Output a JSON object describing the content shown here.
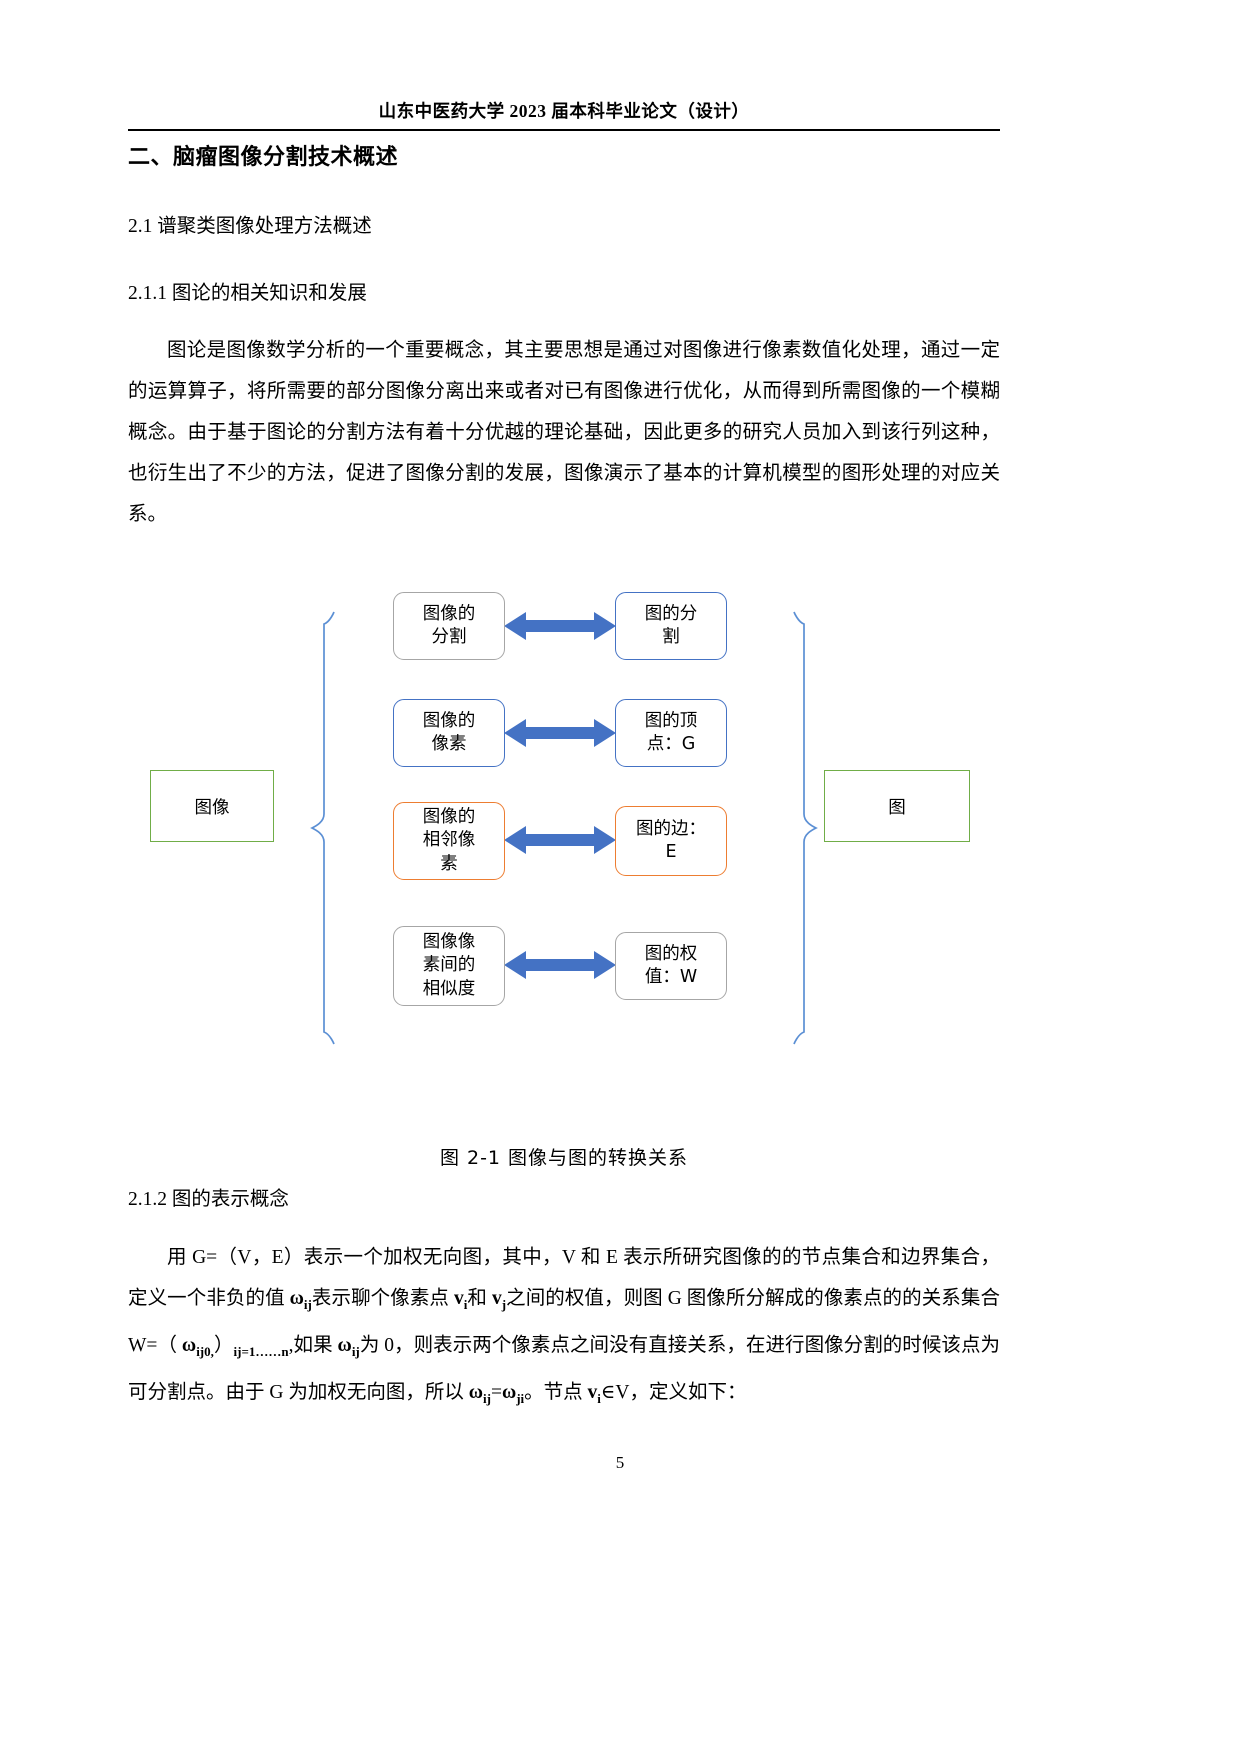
{
  "document": {
    "header": "山东中医药大学 2023 届本科毕业论文（设计）",
    "page_number": "5"
  },
  "headings": {
    "chapter": "二、脑瘤图像分割技术概述",
    "section_2_1": "2.1 谱聚类图像处理方法概述",
    "section_2_1_1": "2.1.1 图论的相关知识和发展",
    "section_2_1_2": "2.1.2 图的表示概念"
  },
  "paragraphs": {
    "p1": "图论是图像数学分析的一个重要概念，其主要思想是通过对图像进行像素数值化处理，通过一定的运算算子，将所需要的部分图像分离出来或者对已有图像进行优化，从而得到所需图像的一个模糊概念。由于基于图论的分割方法有着十分优越的理论基础，因此更多的研究人员加入到该行列这种，也衍生出了不少的方法，促进了图像分割的发展，图像演示了基本的计算机模型的图形处理的对应关系。",
    "p2_part1": "用 G=（V，E）表示一个加权无向图，其中，V 和 E 表示所研究图像的的节点集合和边界集合，定义一个非负的值 ",
    "p2_w1": "ω",
    "p2_w1_sub": "ij",
    "p2_part2": "表示聊个像素点 ",
    "p2_v1": "v",
    "p2_v1_sub": "i",
    "p2_part3": "和 ",
    "p2_v2": "v",
    "p2_v2_sub": "j",
    "p2_part4": "之间的权值，则图 G 图像所分解成的像素点的的关系集合 W=（ ",
    "p2_w2": "ω",
    "p2_w2_sub": "ij0,",
    "p2_part5": "）",
    "p2_ij_sub": "ij=1……n",
    "p2_part6": ",如果 ",
    "p2_w3": "ω",
    "p2_w3_sub": "ij",
    "p2_part7": "为 0，则表示两个像素点之间没有直接关系，在进行图像分割的时候该点为可分割点。由于 G 为加权无向图，所以 ",
    "p2_w4": "ω",
    "p2_w4_sub": "ij",
    "p2_part8": "=",
    "p2_w5": "ω",
    "p2_w5_sub": "ji",
    "p2_part9": "。节点 ",
    "p2_v3": "v",
    "p2_v3_sub": "i",
    "p2_part10": "∈V，定义如下："
  },
  "figure": {
    "caption": "图 2-1  图像与图的转换关系",
    "left_endpoint": "图像",
    "right_endpoint": "图",
    "rows": [
      {
        "left_label": "图像的\n分割",
        "right_label": "图的分\n割",
        "left_color": "gray",
        "right_color": "blue",
        "arrow": "double-headed-arrow"
      },
      {
        "left_label": "图像的\n像素",
        "right_label": "图的顶\n点：G",
        "left_color": "blue",
        "right_color": "blue",
        "arrow": "double-headed-arrow"
      },
      {
        "left_label": "图像的\n相邻像\n素",
        "right_label": "图的边：\nE",
        "left_color": "orange",
        "right_color": "orange",
        "arrow": "double-headed-arrow"
      },
      {
        "left_label": "图像像\n素间的\n相似度",
        "right_label": "图的权\n值：W",
        "left_color": "gray",
        "right_color": "gray",
        "arrow": "double-headed-arrow"
      }
    ],
    "colors": {
      "arrow": "#4472c4",
      "brace": "#5b8fd4",
      "endpoint_border": "#70ad47",
      "blue_border": "#4472c4",
      "orange_border": "#ed7d31",
      "gray_border": "#a6a6a6"
    }
  }
}
